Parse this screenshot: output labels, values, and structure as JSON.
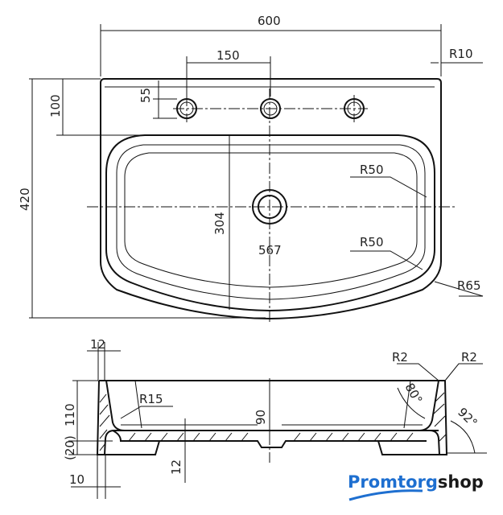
{
  "top_view": {
    "width": "600",
    "hole_spacing": "150",
    "corner_radius_top": "R10",
    "hole_offset": "55",
    "hole_row_depth": "100",
    "depth": "420",
    "bowl_depth": "304",
    "bowl_width": "567",
    "inner_radius_top": "R50",
    "inner_radius_bottom": "R50",
    "outer_radius_bottom": "R65"
  },
  "side_view": {
    "wall_top": "12",
    "edge_radius_left": "R2",
    "edge_radius_right": "R2",
    "height": "110",
    "inner_radius": "R15",
    "inner_depth": "90",
    "inner_angle": "80°",
    "outer_angle": "92°",
    "foot_height": "(20)",
    "bottom_thickness": "12",
    "wall_bottom": "10"
  },
  "logo": {
    "part1": "Promtorg",
    "part2": "shop",
    "color": "#1e6fd0"
  }
}
